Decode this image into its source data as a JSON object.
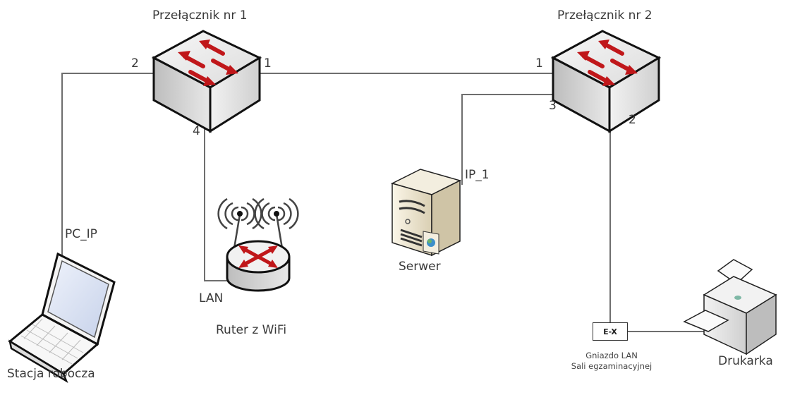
{
  "switches": [
    {
      "title": "Przełącznik nr 1",
      "ports": {
        "p1": "1",
        "p2": "2",
        "p4": "4"
      }
    },
    {
      "title": "Przełącznik nr 2",
      "ports": {
        "p1": "1",
        "p2": "2",
        "p3": "3"
      }
    }
  ],
  "devices": {
    "workstation": {
      "label": "Stacja robocza",
      "ip_label": "PC_IP"
    },
    "router": {
      "label": "Ruter z WiFi",
      "port_label": "LAN"
    },
    "server": {
      "label": "Serwer",
      "ip_label": "IP_1"
    },
    "printer": {
      "label": "Drukarka"
    },
    "wall_jack": {
      "code": "E-X",
      "caption_line1": "Gniazdo LAN",
      "caption_line2": "Sali egzaminacyjnej"
    }
  },
  "colors": {
    "wire": "#6e6e6e",
    "arrow": "#c0171a",
    "device_body": "#e6e6e6"
  }
}
